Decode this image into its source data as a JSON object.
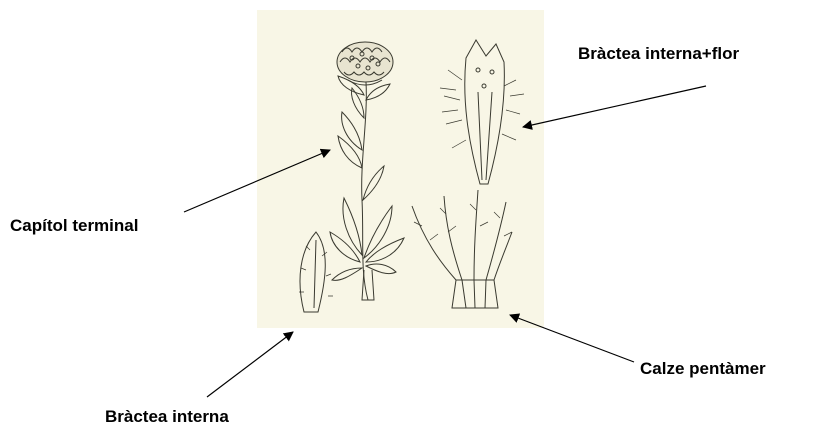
{
  "labels": {
    "bractea_interna_flor": "Bràctea interna+flor",
    "capitol_terminal": "Capítol terminal",
    "calze_pentamer": "Calze pentàmer",
    "bractea_interna": "Bràctea interna"
  },
  "colors": {
    "panel_background": "#f8f6e6",
    "line_art": "#3a3a30",
    "arrow": "#000000"
  }
}
